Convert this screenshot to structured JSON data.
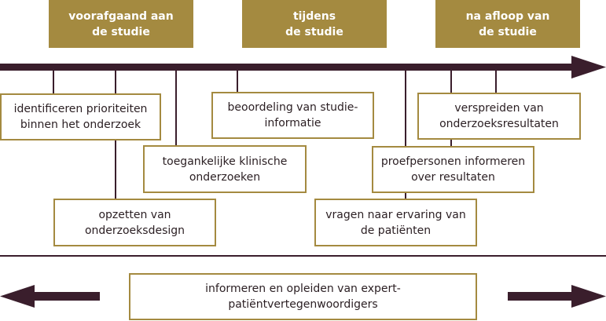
{
  "phases": [
    {
      "label": "voorafgaand aan\nde studie"
    },
    {
      "label": "tijdens\nde studie"
    },
    {
      "label": "na afloop van\nde studie"
    }
  ],
  "activities": {
    "identify_priorities": "identificeren prioriteiten\nbinnen het onderzoek",
    "study_design": "opzetten van\nonderzoeksdesign",
    "accessible_trials": "toegankelijke klinische\nonderzoeken",
    "assess_information": "beoordeling van studie-\ninformatie",
    "patient_experience": "vragen naar ervaring van\nde patiënten",
    "inform_participants": "proefpersonen informeren\nover resultaten",
    "disseminate_results": "verspreiden van\nonderzoeksresultaten"
  },
  "ongoing": {
    "label": "informeren en opleiden van expert-\npatiëntvertegenwoordigers"
  },
  "colors": {
    "gold": "#a48a40",
    "aubergine": "#3a1e2c"
  }
}
